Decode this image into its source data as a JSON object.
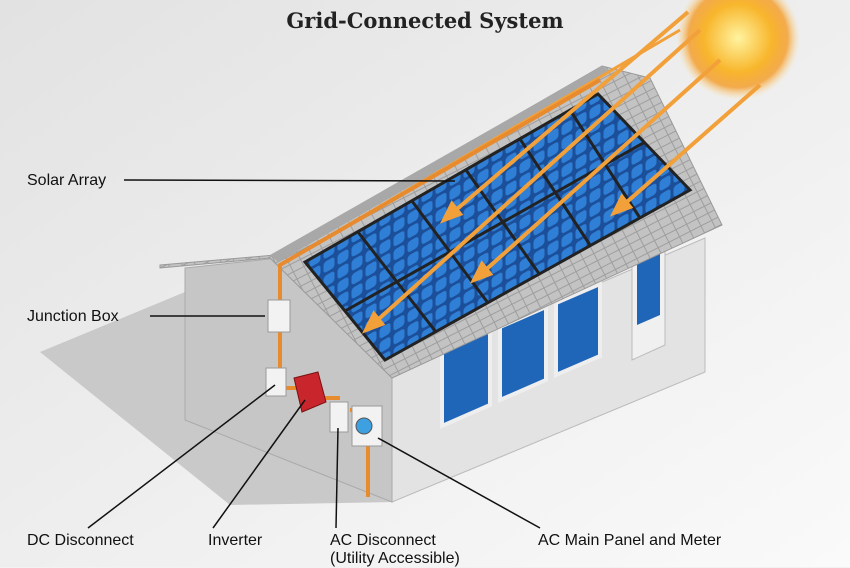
{
  "title": "Grid-Connected System",
  "labels": {
    "solar_array": "Solar Array",
    "junction_box": "Junction Box",
    "dc_disconnect": "DC Disconnect",
    "inverter": "Inverter",
    "ac_disconnect": "AC Disconnect",
    "ac_disconnect_note": "(Utility Accessible)",
    "ac_main_panel": "AC Main Panel and Meter"
  },
  "colors": {
    "panel": "#1e5fb0",
    "wire": "#e88a2e",
    "sun": "#f7b52a",
    "inverter": "#c8262c",
    "roof": "#b9b9b9",
    "wall": "#d8d8d8"
  }
}
